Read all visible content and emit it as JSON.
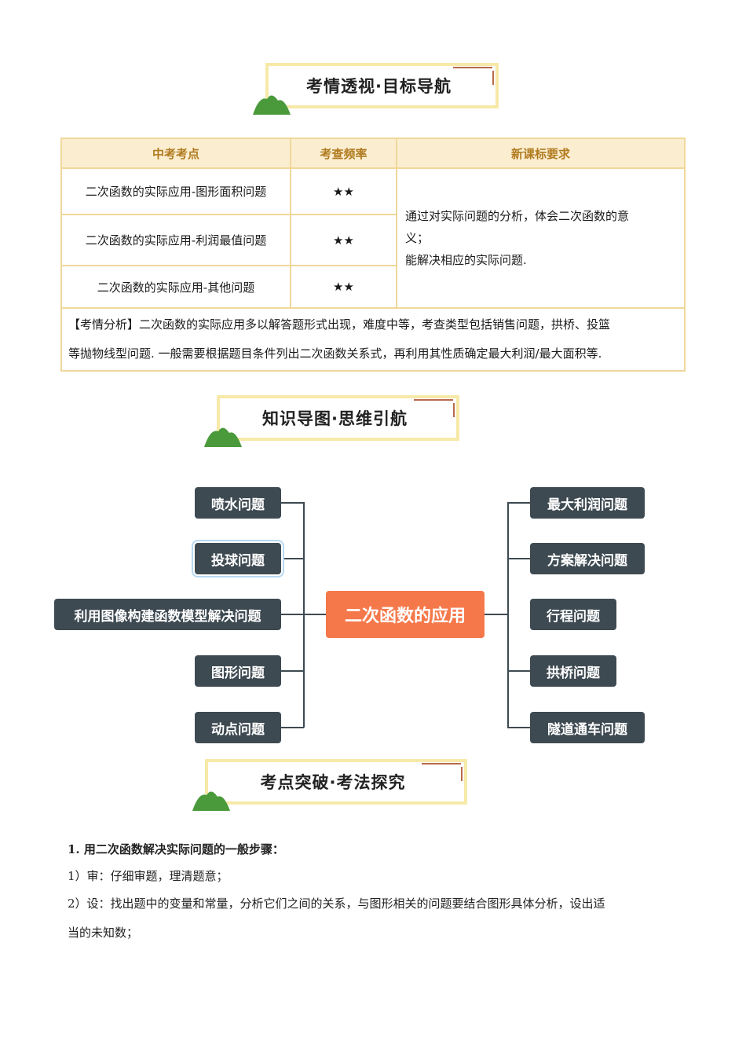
{
  "banners": {
    "b1": "考情透视·目标导航",
    "b2": "知识导图·思维引航",
    "b3": "考点突破·考法探究"
  },
  "table": {
    "headers": [
      "中考考点",
      "考查频率",
      "新课标要求"
    ],
    "rows": [
      {
        "point": "二次函数的实际应用-图形面积问题",
        "freq": "★★"
      },
      {
        "point": "二次函数的实际应用-利润最值问题",
        "freq": "★★"
      },
      {
        "point": "二次函数的实际应用-其他问题",
        "freq": "★★"
      }
    ],
    "requirement_line1": "通过对实际问题的分析，体会二次函数的意",
    "requirement_line2": "义；",
    "requirement_line3": "能解决相应的实际问题.",
    "analysis_line1": "【考情分析】二次函数的实际应用多以解答题形式出现，难度中等，考查类型包括销售问题，拱桥、投篮",
    "analysis_line2": "等抛物线型问题. 一般需要根据题目条件列出二次函数关系式，再利用其性质确定最大利润/最大面积等."
  },
  "mindmap": {
    "center": "二次函数的应用",
    "left": [
      "喷水问题",
      "投球问题",
      "利用图像构建函数模型解决问题",
      "图形问题",
      "动点问题"
    ],
    "right": [
      "最大利润问题",
      "方案解决问题",
      "行程问题",
      "拱桥问题",
      "隧道通车问题"
    ]
  },
  "body": {
    "heading": "1.  用二次函数解决实际问题的一般步骤：",
    "step1": "1）审：仔细审题，理清题意；",
    "step2_line1": "2）设：找出题中的变量和常量，分析它们之间的关系，与图形相关的问题要结合图形具体分析，设出适",
    "step2_line2": "当的未知数；"
  },
  "colors": {
    "banner_border": "#f7e9a8",
    "table_border": "#f0d89a",
    "table_header_bg": "#fbeed0",
    "table_header_text": "#b07a1f",
    "node_bg": "#3e4a52",
    "center_bg": "#f5784a",
    "hill_green": "#4a9a3c"
  }
}
